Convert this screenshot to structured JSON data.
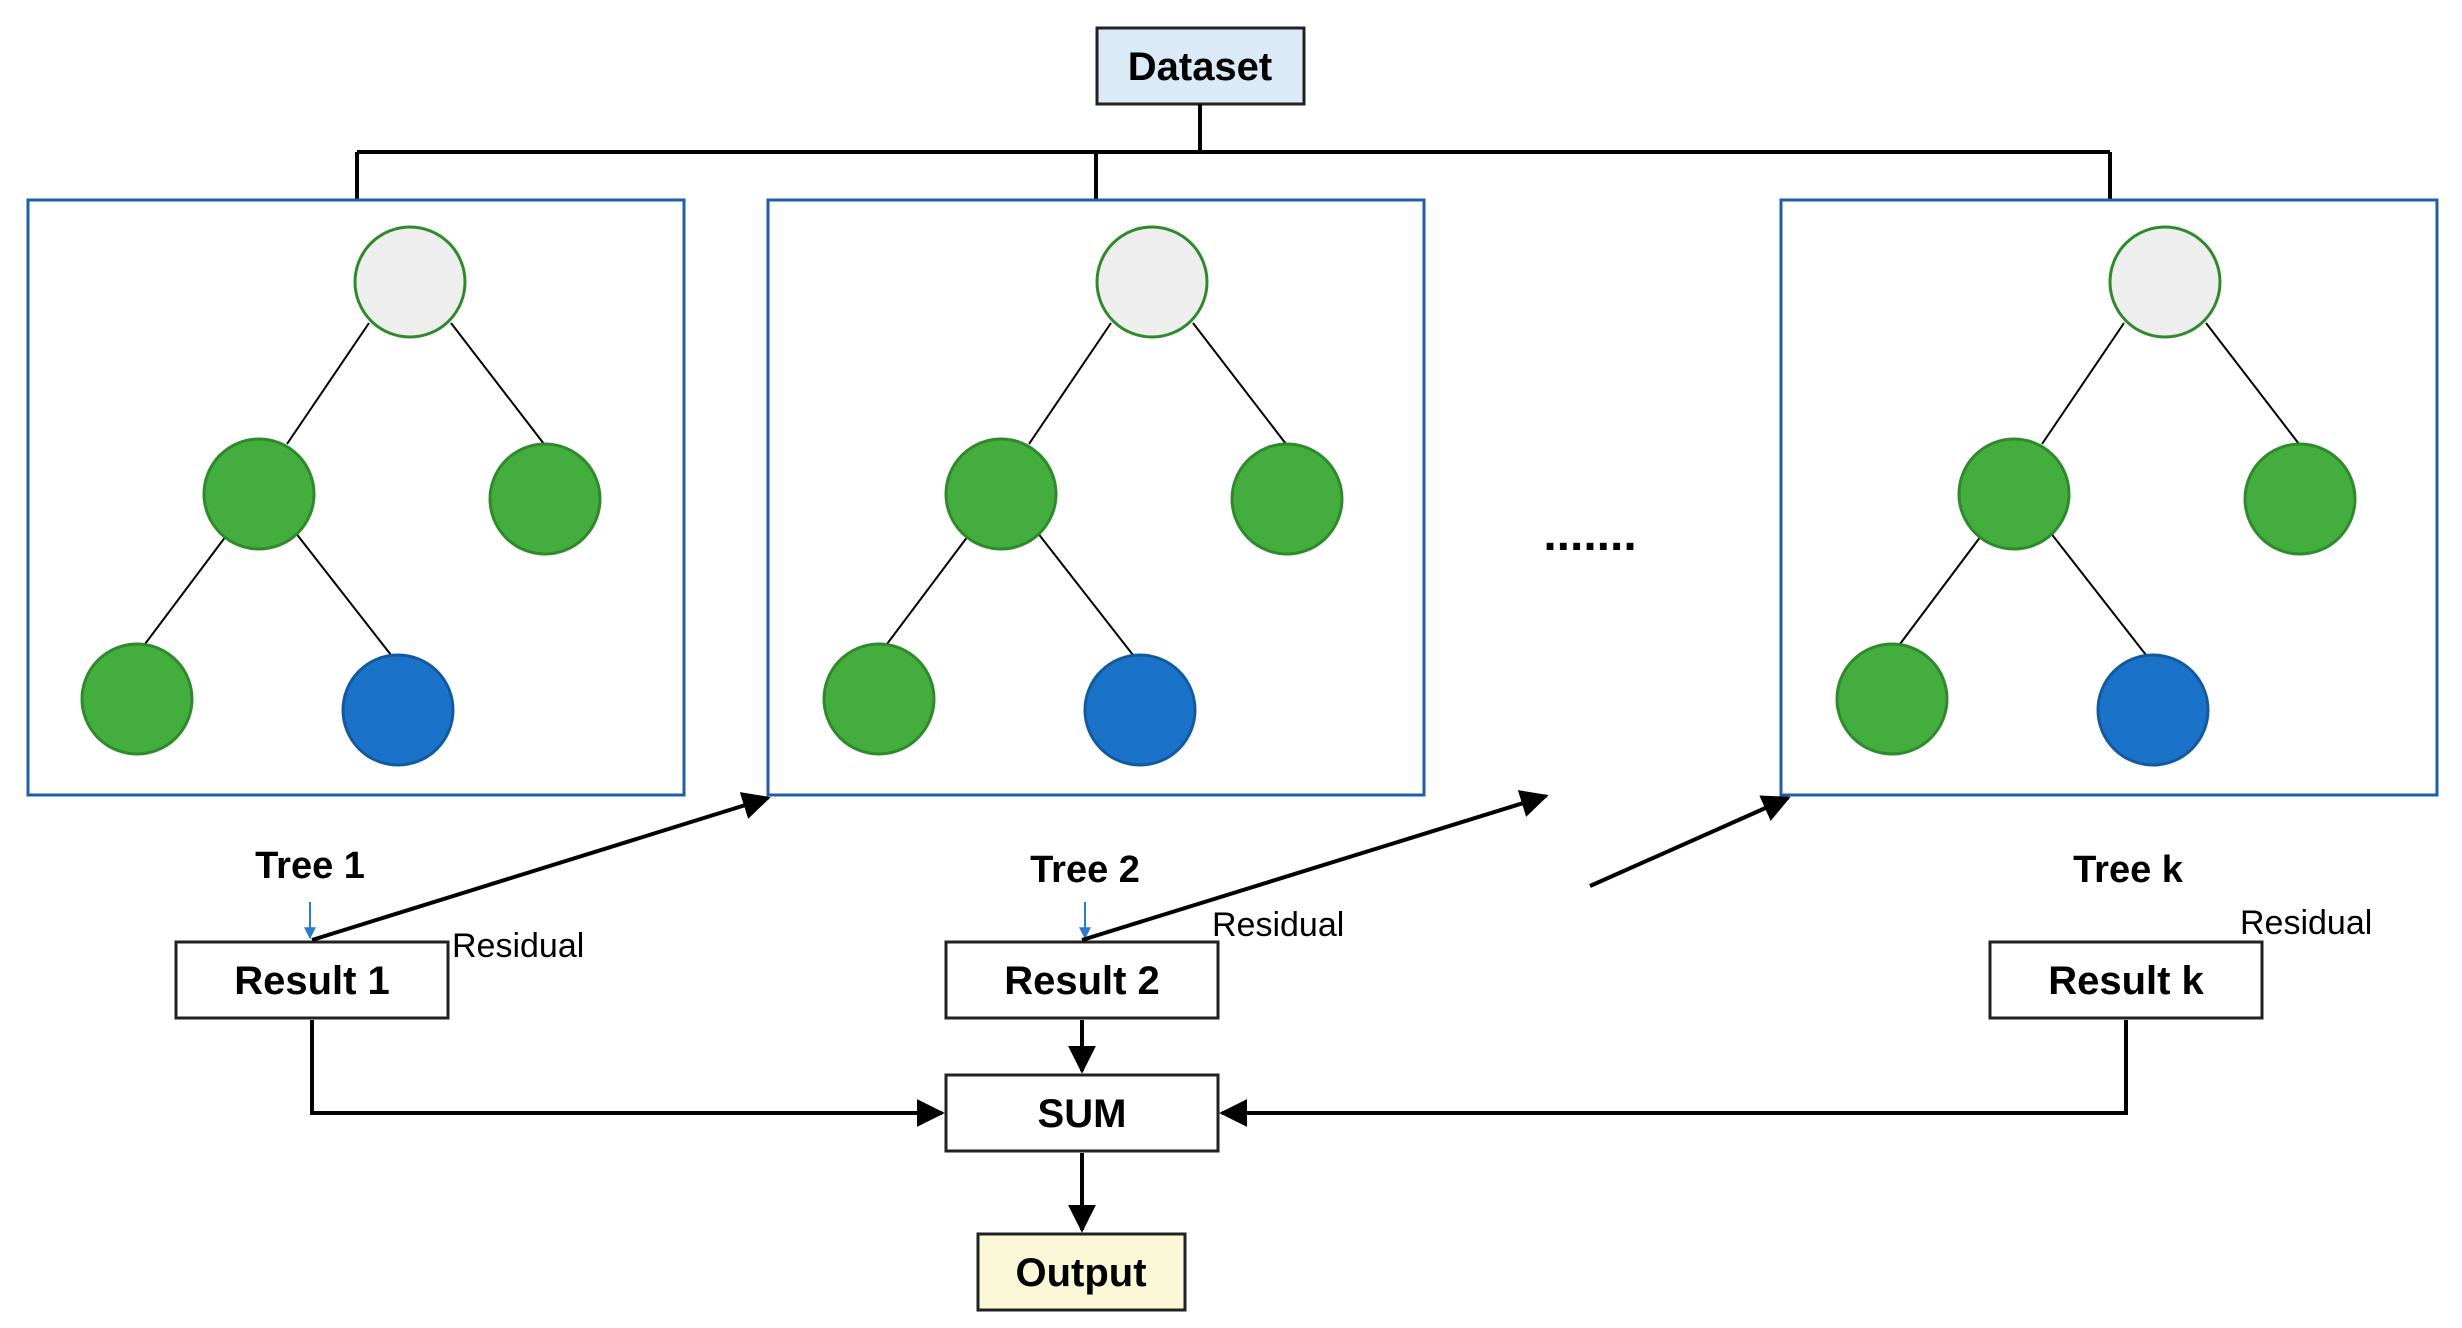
{
  "nodes": {
    "dataset": "Dataset",
    "sum": "SUM",
    "output": "Output"
  },
  "trees": [
    {
      "label": "Tree 1",
      "result": "Result 1",
      "residual": "Residual"
    },
    {
      "label": "Tree 2",
      "result": "Result 2",
      "residual": "Residual"
    },
    {
      "label": "Tree k",
      "result": "Result k",
      "residual": "Residual"
    }
  ],
  "ellipsis": ".......",
  "colors": {
    "dataset_fill": "#dbeaf7",
    "output_fill": "#fbf8d8",
    "frame_border": "#1f5ea8",
    "node_root": "#eeeeee",
    "node_green": "#43ad3e",
    "node_green_border": "#2e8a2a",
    "node_blue": "#1a73c8",
    "node_blue_border": "#125aa0",
    "small_arrow": "#2b7bd0"
  }
}
